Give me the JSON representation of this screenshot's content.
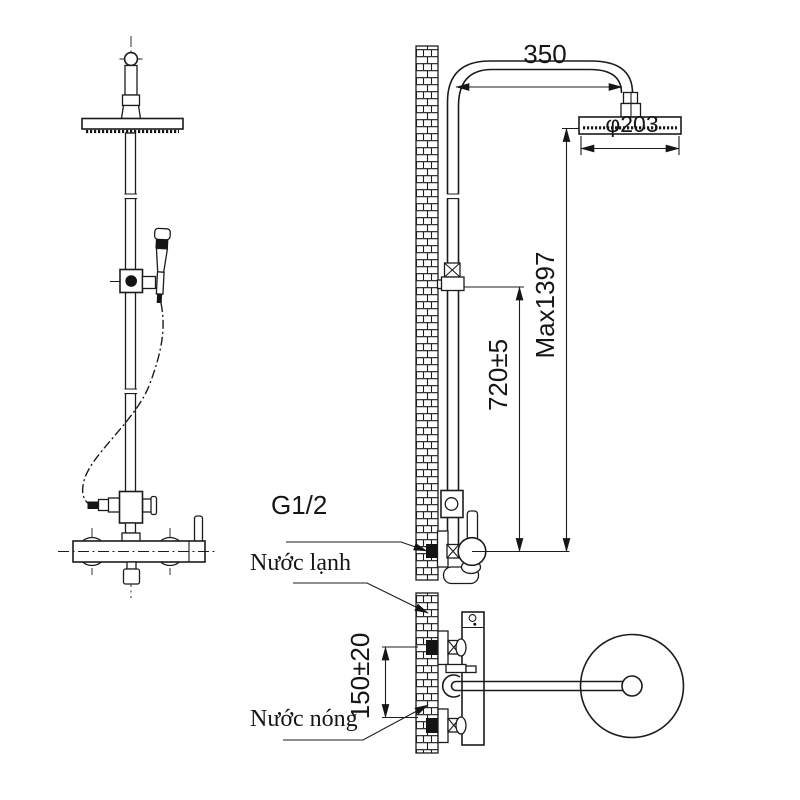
{
  "drawing": {
    "type": "technical-installation-diagram",
    "subject": "rain shower mixer system",
    "colors": {
      "background": "#ffffff",
      "line": "#1c1c1c"
    },
    "dimensions": {
      "arm_reach": "350",
      "head_diameter": "φ203",
      "max_height": "Max1397",
      "riser_height": "720±5",
      "inlet_spacing": "150±20"
    },
    "annotations": {
      "thread_size": "G1/2",
      "cold_water": "Nước lạnh",
      "hot_water": "Nước nóng"
    }
  }
}
